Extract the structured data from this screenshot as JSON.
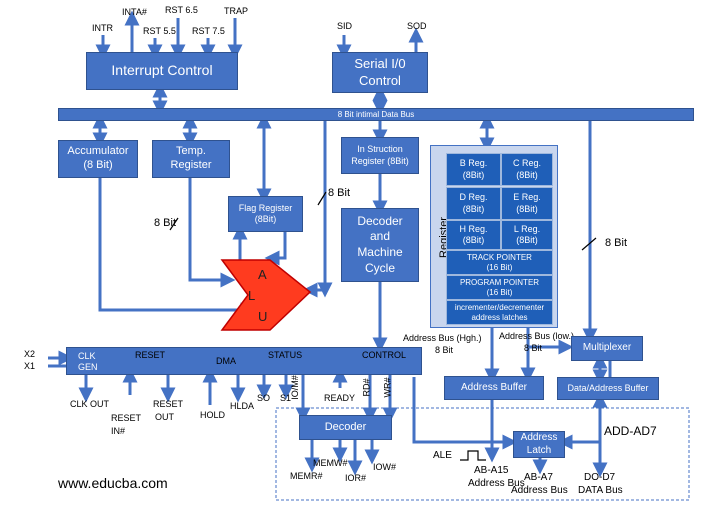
{
  "colors": {
    "block": "#4472c4",
    "bus": "#4472c4",
    "alu": "#ff3b1f",
    "register_panel": "#c9d6ee",
    "register_cell": "#1f5fb8"
  },
  "interrupt": {
    "title": "Interrupt Control",
    "pins": [
      "INTR",
      "INTA#",
      "RST 5.5",
      "RST 6.5",
      "RST 7.5",
      "TRAP"
    ]
  },
  "serial": {
    "title_1": "Serial I/0",
    "title_2": "Control",
    "sid": "SID",
    "sod": "SOD"
  },
  "bus_label": "8 Bit intimal Data Bus",
  "accumulator": {
    "line1": "Accumulator",
    "line2": "(8 Bit)"
  },
  "temp_register": {
    "line1": "Temp.",
    "line2": "Register"
  },
  "flag_register": {
    "line1": "Flag Register",
    "line2": "(8Bit)"
  },
  "instruction_register": {
    "line1": "In Struction",
    "line2": "Register (8Bit)"
  },
  "decoder_cycle": {
    "line1": "Decoder",
    "line2": "and",
    "line3": "Machine",
    "line4": "Cycle"
  },
  "alu": {
    "a": "A",
    "l": "L",
    "u": "U"
  },
  "labels": {
    "eight_bit_left": "8 Bit",
    "eight_bit_flag": "8 Bit",
    "eight_bit_right": "8 Bit"
  },
  "register": {
    "side_label": "Register",
    "cells": [
      {
        "name": "B Reg.",
        "size": "(8Bit)"
      },
      {
        "name": "C Reg.",
        "size": "(8Bit)"
      },
      {
        "name": "D Reg.",
        "size": "(8Bit)"
      },
      {
        "name": "E Reg.",
        "size": "(8Bit)"
      },
      {
        "name": "H Reg.",
        "size": "(8Bit)"
      },
      {
        "name": "L Reg.",
        "size": "(8Bit)"
      }
    ],
    "track_pointer": {
      "line1": "TRACK POINTER",
      "line2": "(16 Bit)"
    },
    "program_pointer": {
      "line1": "PROGRAM POINTER",
      "line2": "(16 Bit)"
    },
    "inc_dec": {
      "line1": "incrementer/decrementer",
      "line2": "address latches"
    }
  },
  "control_bar": {
    "clk": "CLK",
    "gen": "GEN",
    "reset": "RESET",
    "dma": "DMA",
    "status": "STATUS",
    "control": "CONTROL"
  },
  "inputs": {
    "x2": "X2",
    "x1": "X1"
  },
  "bottom_pins": {
    "clk_out": "CLK OUT",
    "reset_in_1": "RESET",
    "reset_in_2": "IN#",
    "reset_out_1": "RESET",
    "reset_out_2": "OUT",
    "hold": "HOLD",
    "hlda": "HLDA",
    "so": "SO",
    "s1": "S1",
    "io_m": "IO/M#",
    "ready": "READY",
    "rd": "RD#",
    "wr": "WR#"
  },
  "decoder": {
    "title": "Decoder",
    "memr": "MEMR#",
    "memw": "MEMW#",
    "ior": "IOR#",
    "iow": "IOW#"
  },
  "address_bus_high": {
    "line1": "Address Bus (Hgh.)",
    "line2": "8 Bit"
  },
  "address_bus_low": {
    "line1": "Address Bus (low.)",
    "line2": "8 Bit"
  },
  "multiplexer": "Multiplexer",
  "address_buffer": "Address Buffer",
  "data_address_buffer": "Data/Address Buffer",
  "address_latch": {
    "line1": "Address",
    "line2": "Latch"
  },
  "ale": "ALE",
  "ad": "ADD-AD7",
  "outputs": {
    "ab_a15": "AB-A15",
    "ab_a15_sub": "Address Bus",
    "ab_a7": "AB-A7",
    "ab_a7_sub": "Address Bus",
    "d0_d7": "DO-D7",
    "d0_d7_sub": "DATA Bus"
  },
  "watermark": "www.educba.com"
}
